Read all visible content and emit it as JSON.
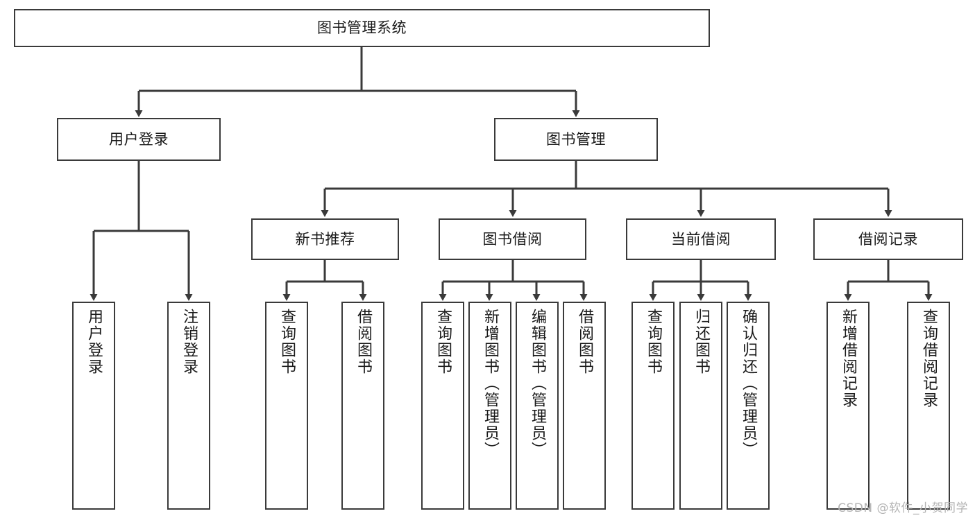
{
  "diagram": {
    "type": "tree-hierarchy-flowchart",
    "title": "图书管理系统",
    "watermark": "CSDN @软件_小贺同学",
    "colors": {
      "background": "#ffffff",
      "box_border": "#3a3a3a",
      "box_fill": "#ffffff",
      "connector": "#3a3a3a",
      "text": "#1a1a1a",
      "watermark": "#b4b4b4"
    },
    "levels": {
      "root": {
        "label": "图书管理系统"
      },
      "level2": [
        {
          "id": "user-login",
          "label": "用户登录"
        },
        {
          "id": "book-management",
          "label": "图书管理"
        }
      ],
      "level3": [
        {
          "id": "new-book-recommend",
          "label": "新书推荐"
        },
        {
          "id": "book-borrow",
          "label": "图书借阅"
        },
        {
          "id": "current-borrow",
          "label": "当前借阅"
        },
        {
          "id": "borrow-record",
          "label": "借阅记录"
        }
      ],
      "leaves": {
        "user_login": [
          {
            "id": "leaf-user-login",
            "label": "用户登录"
          },
          {
            "id": "leaf-user-logout",
            "label": "注销登录"
          }
        ],
        "new_book_recommend": [
          {
            "id": "leaf-query-book-1",
            "label": "查询图书"
          },
          {
            "id": "leaf-borrow-book-1",
            "label": "借阅图书"
          }
        ],
        "book_borrow": [
          {
            "id": "leaf-query-book-2",
            "label": "查询图书"
          },
          {
            "id": "leaf-add-book",
            "label": "新增图书（管理员）"
          },
          {
            "id": "leaf-edit-book",
            "label": "编辑图书（管理员）"
          },
          {
            "id": "leaf-borrow-book-2",
            "label": "借阅图书"
          }
        ],
        "current_borrow": [
          {
            "id": "leaf-query-book-3",
            "label": "查询图书"
          },
          {
            "id": "leaf-return-book",
            "label": "归还图书"
          },
          {
            "id": "leaf-confirm-return",
            "label": "确认归还（管理员）"
          }
        ],
        "borrow_record": [
          {
            "id": "leaf-add-record",
            "label": "新增借阅记录"
          },
          {
            "id": "leaf-query-record",
            "label": "查询借阅记录"
          }
        ]
      }
    }
  }
}
